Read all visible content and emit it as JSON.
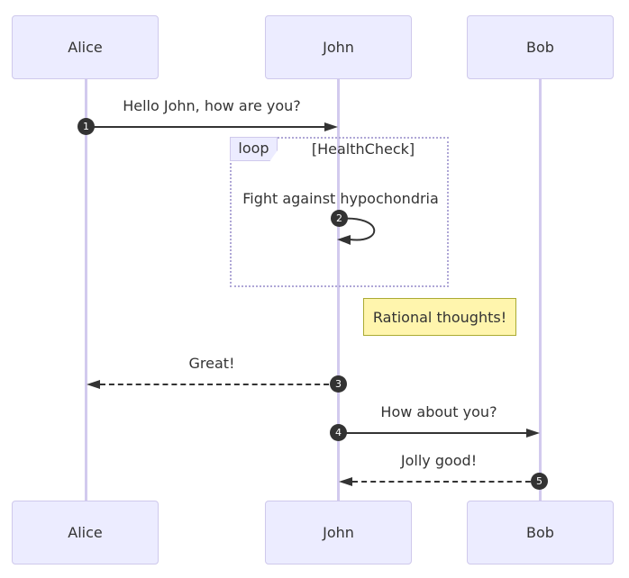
{
  "diagram": {
    "type": "sequence-diagram",
    "actors": [
      {
        "name": "Alice"
      },
      {
        "name": "John"
      },
      {
        "name": "Bob"
      }
    ],
    "messages": [
      {
        "seq": "1",
        "from": "Alice",
        "to": "John",
        "text": "Hello John, how are you?",
        "line": "solid"
      },
      {
        "seq": "2",
        "from": "John",
        "to": "John",
        "text": "Fight against hypochondria",
        "line": "self"
      },
      {
        "seq": "3",
        "from": "John",
        "to": "Alice",
        "text": "Great!",
        "line": "dashed"
      },
      {
        "seq": "4",
        "from": "John",
        "to": "Bob",
        "text": "How about you?",
        "line": "solid"
      },
      {
        "seq": "5",
        "from": "Bob",
        "to": "John",
        "text": "Jolly good!",
        "line": "dashed"
      }
    ],
    "loop_frame": {
      "label": "loop",
      "condition": "[HealthCheck]"
    },
    "note": {
      "text": "Rational thoughts!"
    },
    "colors": {
      "background": "#FFFFFF",
      "actor_fill": "#ECECFF",
      "actor_border": "#CFC9EC",
      "lifeline": "#D2CAEE",
      "text": "#333333",
      "arrow": "#333333",
      "seq_badge_fill": "#333333",
      "seq_badge_text": "#FFFFFF",
      "loop_border": "#AFA7D6",
      "note_fill": "#FFF5AD",
      "note_border": "#AAAA33"
    }
  }
}
